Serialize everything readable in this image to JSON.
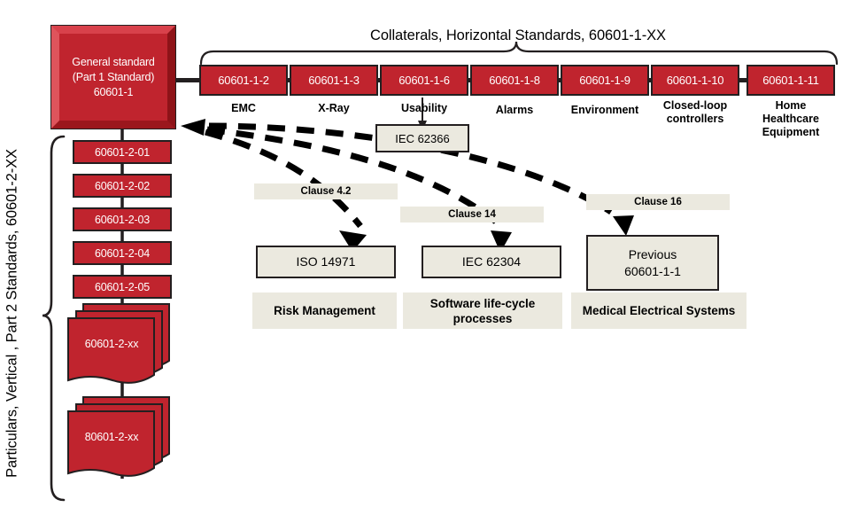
{
  "titles": {
    "collaterals": "Collaterals, Horizontal Standards, 60601-1-XX",
    "particulars": "Particulars, Vertical , Part 2 Standards, 60601-2-XX"
  },
  "general_standard": {
    "line1": "General standard",
    "line2": "(Part 1 Standard)",
    "line3": "60601-1"
  },
  "horizontal_standards": [
    {
      "code": "60601-1-2",
      "topic": "EMC"
    },
    {
      "code": "60601-1-3",
      "topic": "X-Ray"
    },
    {
      "code": "60601-1-6",
      "topic": "Usability"
    },
    {
      "code": "60601-1-8",
      "topic": "Alarms"
    },
    {
      "code": "60601-1-9",
      "topic": "Environment"
    },
    {
      "code": "60601-1-10",
      "topic": "Closed-loop\ncontrollers"
    },
    {
      "code": "60601-1-11",
      "topic": "Home\nHealthcare\nEquipment"
    }
  ],
  "particular_standards": [
    {
      "code": "60601-2-01"
    },
    {
      "code": "60601-2-02"
    },
    {
      "code": "60601-2-03"
    },
    {
      "code": "60601-2-04"
    },
    {
      "code": "60601-2-05"
    }
  ],
  "particular_stacks": [
    {
      "code": "60601-2-xx"
    },
    {
      "code": "80601-2-xx"
    }
  ],
  "usability_box": {
    "code": "IEC 62366"
  },
  "referenced_standards": [
    {
      "clause": "Clause 4.2",
      "code": "ISO 14971",
      "code_line2": "",
      "caption": "Risk Management"
    },
    {
      "clause": "Clause 14",
      "code": "IEC 62304",
      "code_line2": "",
      "caption": "Software life-cycle processes"
    },
    {
      "clause": "Clause 16",
      "code": "Previous",
      "code_line2": "60601-1-1",
      "caption": "Medical Electrical Systems"
    }
  ],
  "colors": {
    "red_fill": "#C0242E",
    "red_light": "#DE545C",
    "red_dark": "#8E1318",
    "beige": "#EBE9DF",
    "outline": "#231f20"
  }
}
